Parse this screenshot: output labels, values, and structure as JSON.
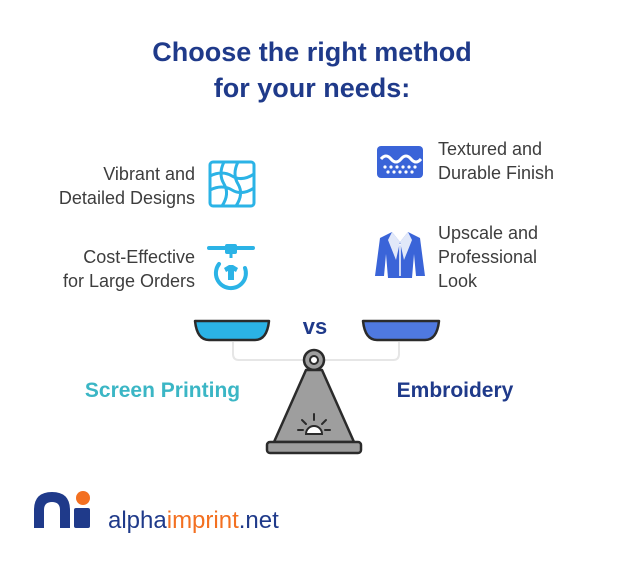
{
  "title_line1": "Choose the right method",
  "title_line2": "for your needs:",
  "features": {
    "left_1": "Vibrant and\nDetailed Designs",
    "left_2": "Cost-Effective\nfor Large Orders",
    "right_1": "Textured and\nDurable Finish",
    "right_2": "Upscale and\nProfessional\nLook"
  },
  "vs_label": "vs",
  "left_method": "Screen Printing",
  "right_method": "Embroidery",
  "brand": {
    "part1": "alpha",
    "part2": "imprint",
    "part3": ".net"
  },
  "icons": {
    "left_1": "mesh-screen-icon",
    "left_2": "printing-tshirt-icon",
    "right_1": "embroidery-stitch-icon",
    "right_2": "suit-jacket-icon",
    "logo": "alphaimprint-logo-icon"
  },
  "colors": {
    "title": "#1f3a8a",
    "screen_printing": "#3bb6c5",
    "embroidery": "#1f3a8a",
    "icon_cyan": "#2bb3e6",
    "icon_blue": "#3a64d8",
    "accent_orange": "#f37021",
    "scale_gray": "#9e9e9e"
  }
}
